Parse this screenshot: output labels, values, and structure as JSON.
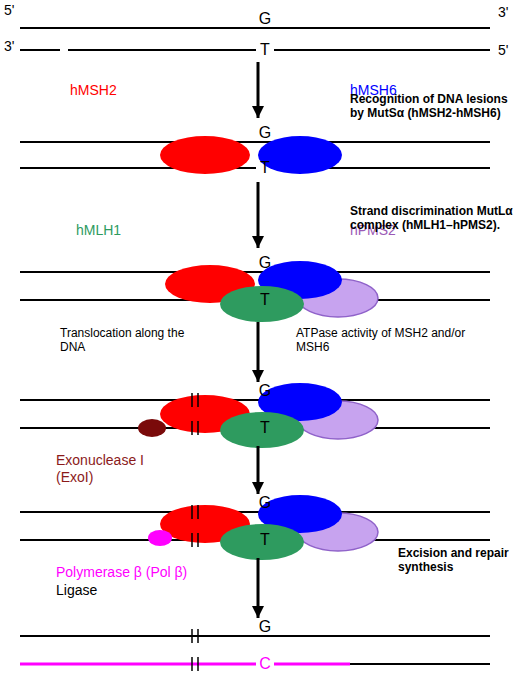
{
  "diagram": {
    "nodes": [
      {
        "text": [
          "G",
          "T"
        ]
      },
      {
        "text": [
          "G",
          "T"
        ]
      },
      {
        "text": [
          "G",
          "T"
        ]
      },
      {
        "text": [
          "G",
          "T"
        ]
      },
      {
        "text": [
          "G",
          "T"
        ]
      },
      {
        "text": [
          "G",
          "C"
        ]
      }
    ],
    "edges": [
      {
        "from": 0,
        "to": 1,
        "arrow": "to"
      },
      {
        "from": 1,
        "to": 2,
        "arrow": "to"
      },
      {
        "from": 2,
        "to": 3,
        "arrow": "to"
      },
      {
        "from": 3,
        "to": 4,
        "arrow": "to"
      },
      {
        "from": 4,
        "to": 5,
        "arrow": "to"
      }
    ],
    "labels": [
      "5'",
      "3'",
      "3'",
      "5'",
      "hMSH2",
      "hMSH6",
      "Recognition of DNA lesions by MutSα (hMSH2-hMSH6)",
      "hMLH1",
      "hPMS2",
      "Strand discrimination MutLα complex (hMLH1–hPMS2).",
      "Translocation along the DNA",
      "ATPase activity of MSH2 and/or MSH6",
      "Exonuclease I (ExoI)",
      "Polymerase β (Pol β)",
      "Ligase",
      "Excision and repair synthesis"
    ]
  }
}
